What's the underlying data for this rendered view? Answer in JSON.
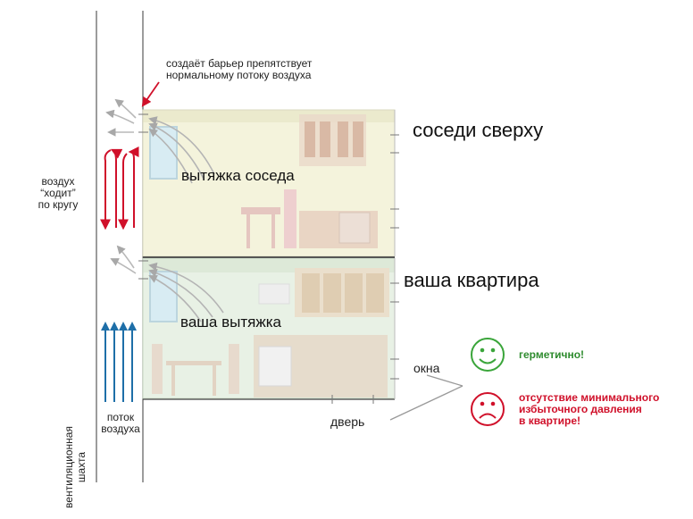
{
  "labels": {
    "barrier_note_line1": "создаёт барьер препятствует",
    "barrier_note_line2": "нормальному потоку воздуха",
    "upper_floor": "соседи сверху",
    "your_apartment": "ваша квартира",
    "neighbor_hood": "вытяжка соседа",
    "your_hood": "ваша вытяжка",
    "air_circle_line1": "воздух",
    "air_circle_line2": "“ходит”",
    "air_circle_line3": "по кругу",
    "air_flow_line1": "поток",
    "air_flow_line2": "воздуха",
    "shaft_line1": "вентиляционная",
    "shaft_line2": "шахта",
    "windows": "окна",
    "door": "дверь",
    "sealed": "герметично!",
    "no_pressure_line1": "отсутствие минимального",
    "no_pressure_line2": "избыточного давления",
    "no_pressure_line3": "в квартире!"
  },
  "icons": {
    "happy": "smiley-happy-icon",
    "sad": "smiley-sad-icon"
  },
  "colors": {
    "red_arrow": "#d0102a",
    "blue_arrow": "#1e6fa8",
    "green_face": "#3aa53a",
    "red_face": "#d0102a",
    "grey_arrow": "#b0b0b0"
  }
}
